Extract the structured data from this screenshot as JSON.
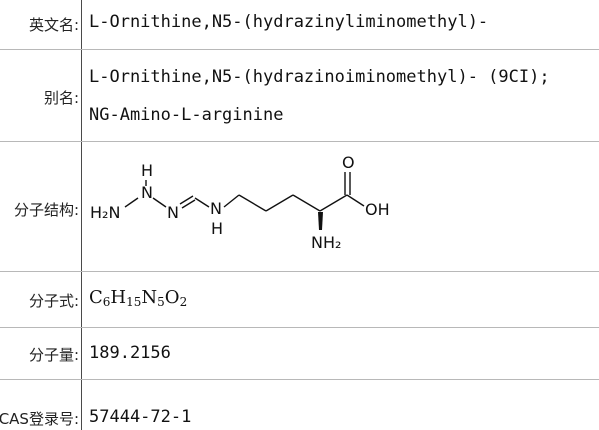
{
  "rows": {
    "english_name": {
      "label": "英文名:",
      "value": "L-Ornithine,N5-(hydrazinyliminomethyl)-"
    },
    "alias": {
      "label": "别名:",
      "value_line1": "L-Ornithine,N5-(hydrazinoiminomethyl)- (9CI);",
      "value_line2": "NG-Amino-L-arginine"
    },
    "structure": {
      "label": "分子结构:",
      "atoms": {
        "h_top": "H",
        "n_top": "N",
        "h2n": "H₂N",
        "n_eq": "N",
        "n_mid": "N",
        "h_mid": "H",
        "o_top": "O",
        "oh": "OH",
        "nh2": "NH₂"
      }
    },
    "formula": {
      "label": "分子式:",
      "parts": [
        {
          "el": "C",
          "n": "6"
        },
        {
          "el": "H",
          "n": "15"
        },
        {
          "el": "N",
          "n": "5"
        },
        {
          "el": "O",
          "n": "2"
        }
      ]
    },
    "molecular_weight": {
      "label": "分子量:",
      "value": "189.2156"
    },
    "cas": {
      "label": "CAS登录号:",
      "value": "57444-72-1"
    }
  },
  "colors": {
    "divider": "#b8b8b8",
    "column_line": "#4a4a4a",
    "text": "#111111"
  }
}
